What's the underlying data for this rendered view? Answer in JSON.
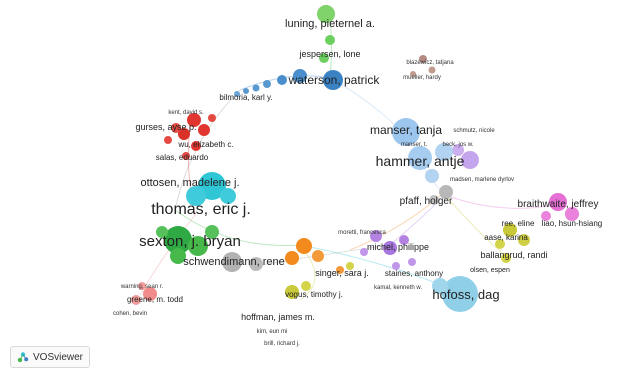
{
  "app": {
    "brand": "VOSviewer"
  },
  "clusters": {
    "red": "#e0362f",
    "blue": "#3b82c4",
    "green": "#46b94a",
    "cyan": "#2fc6d6",
    "orange": "#f28a1e",
    "gray": "#a8a8a8",
    "lightblue": "#9cc6ee",
    "purple": "#b483e2",
    "pink": "#e66fd6",
    "olive": "#c9c93a",
    "brown": "#b48a82",
    "lightred": "#f08c8c"
  },
  "labels": [
    {
      "id": "luning",
      "text": "luning, pieternel a."
    },
    {
      "id": "jespersen",
      "text": "jespersen, lone"
    },
    {
      "id": "waterson",
      "text": "waterson, patrick"
    },
    {
      "id": "bilmoria",
      "text": "bilmoria, karl y."
    },
    {
      "id": "kent",
      "text": "kent, david s."
    },
    {
      "id": "gurses",
      "text": "gurses, ayse p."
    },
    {
      "id": "wu",
      "text": "wu, elizabeth c."
    },
    {
      "id": "salas",
      "text": "salas, eduardo"
    },
    {
      "id": "ottosen",
      "text": "ottosen, madelene j."
    },
    {
      "id": "thomas",
      "text": "thomas, eric j."
    },
    {
      "id": "sexton",
      "text": "sexton, j. bryan"
    },
    {
      "id": "schwendimann",
      "text": "schwendimann, rene"
    },
    {
      "id": "warning",
      "text": "warning, sean r."
    },
    {
      "id": "greene",
      "text": "greene, m. todd"
    },
    {
      "id": "cohen",
      "text": "cohen, bevin"
    },
    {
      "id": "blazewicz",
      "text": "blazewicz, tatjana"
    },
    {
      "id": "mueller",
      "text": "mueller, hardy"
    },
    {
      "id": "manser",
      "text": "manser, tanja"
    },
    {
      "id": "schmutz",
      "text": "schmutz, nicole"
    },
    {
      "id": "manser_t",
      "text": "manser, t."
    },
    {
      "id": "beck",
      "text": "beck, jos w."
    },
    {
      "id": "hammer",
      "text": "hammer, antje"
    },
    {
      "id": "madsen",
      "text": "madsen, marlene dyrlov"
    },
    {
      "id": "pfaff",
      "text": "pfaff, holger"
    },
    {
      "id": "braithwaite",
      "text": "braithwaite, jeffrey"
    },
    {
      "id": "ree",
      "text": "ree, eline"
    },
    {
      "id": "liao",
      "text": "liao, hsun-hsiang"
    },
    {
      "id": "aase",
      "text": "aase, karina"
    },
    {
      "id": "ballangrud",
      "text": "ballangrud, randi"
    },
    {
      "id": "olsen",
      "text": "olsen, espen"
    },
    {
      "id": "moretti",
      "text": "moretti, francesca"
    },
    {
      "id": "michel",
      "text": "michel, philippe"
    },
    {
      "id": "singer",
      "text": "singer, sara j."
    },
    {
      "id": "staines",
      "text": "staines, anthony"
    },
    {
      "id": "kamal",
      "text": "kamal, kenneth w."
    },
    {
      "id": "hofoss",
      "text": "hofoss, dag"
    },
    {
      "id": "vogus",
      "text": "vogus, timothy j."
    },
    {
      "id": "hoffman",
      "text": "hoffman, james m."
    },
    {
      "id": "kim",
      "text": "kim, eun mi"
    },
    {
      "id": "brill",
      "text": "brill, richard j."
    }
  ]
}
